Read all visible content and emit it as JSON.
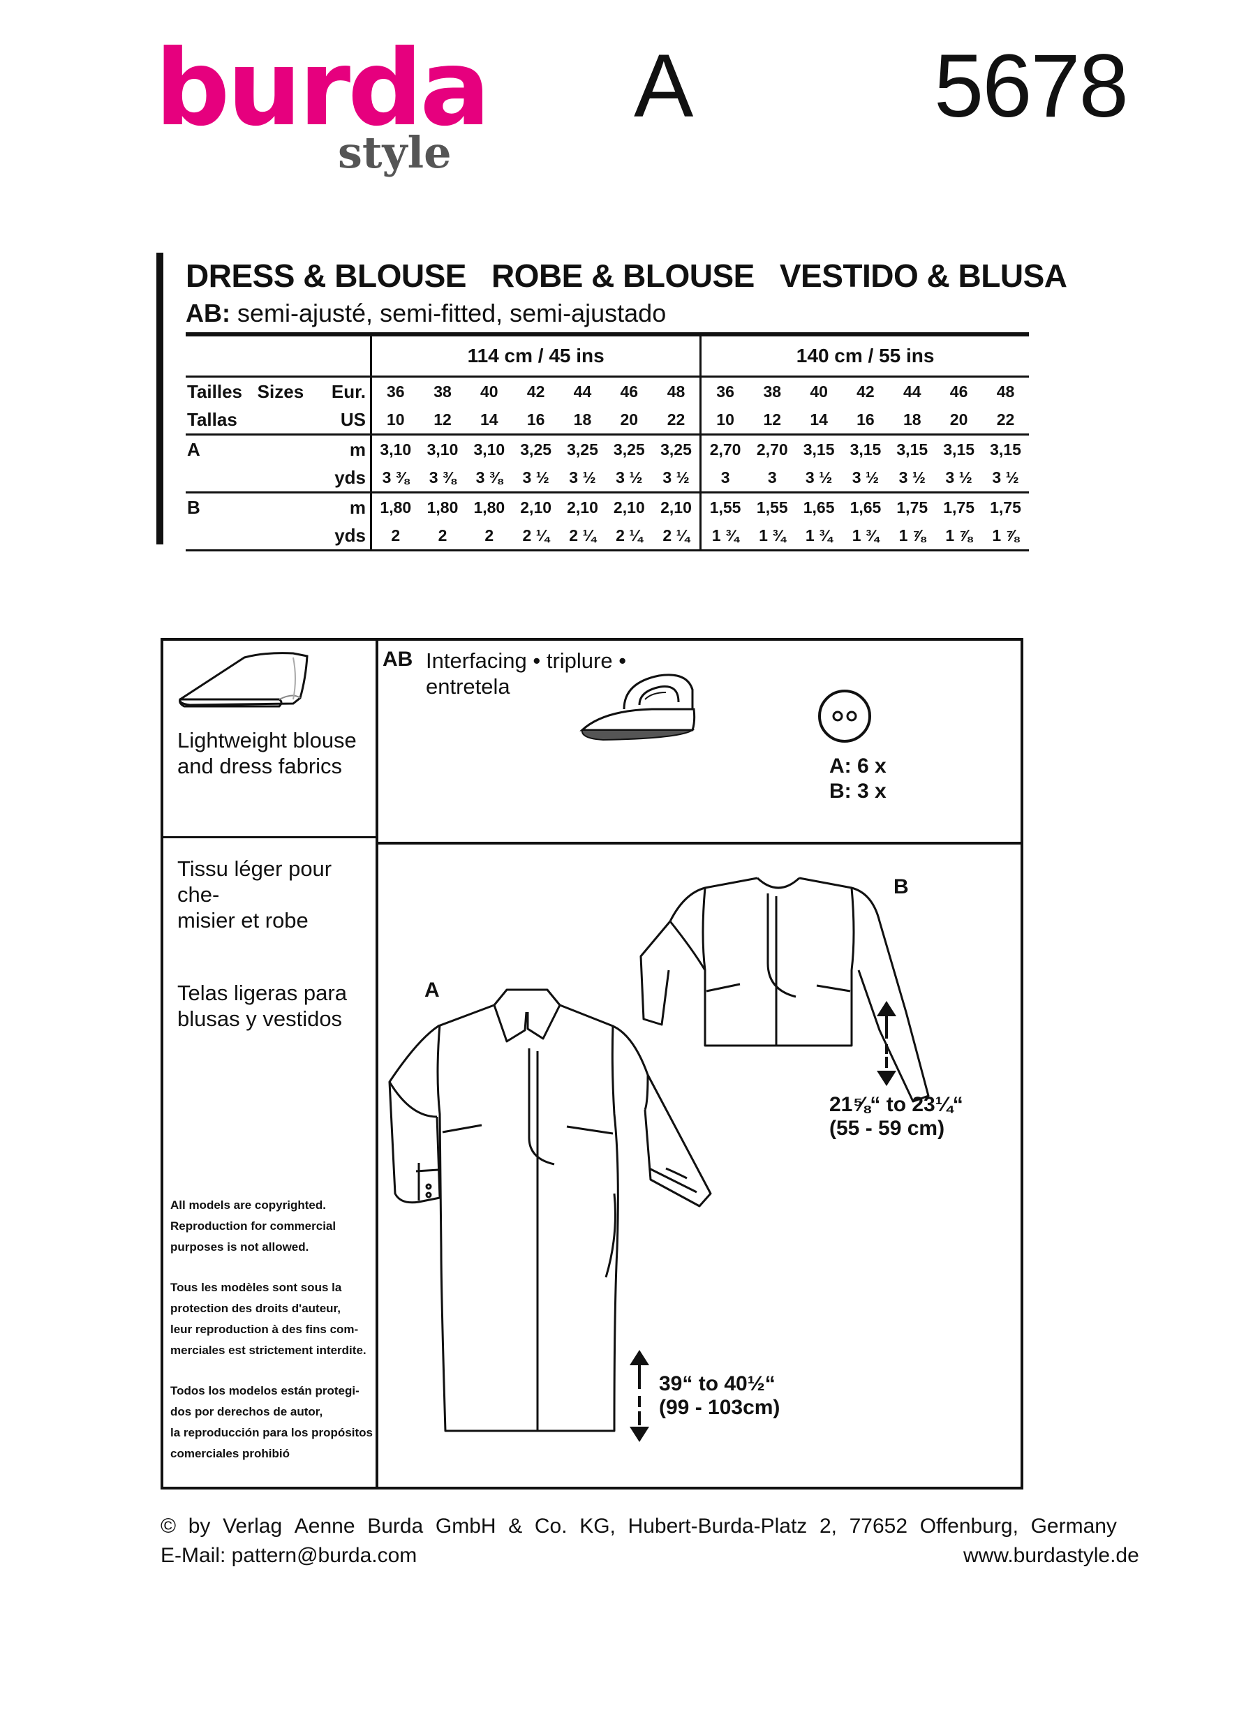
{
  "header": {
    "brand": "burda",
    "brand_sub": "style",
    "view": "A",
    "pattern_number": "5678"
  },
  "title": {
    "en": "DRESS & BLOUSE",
    "fr": "ROBE & BLOUSE",
    "es": "VESTIDO & BLUSA",
    "fit_prefix": "AB:",
    "fit_text": "semi-ajusté, semi-fitted, semi-ajustado"
  },
  "yardage": {
    "widths": [
      "114 cm / 45 ins",
      "140 cm / 55 ins"
    ],
    "sizes_label": "Tailles   Sizes",
    "sizes_label2": "Tallas",
    "eur_label": "Eur.",
    "us_label": "US",
    "eur_sizes": [
      "36",
      "38",
      "40",
      "42",
      "44",
      "46",
      "48",
      "36",
      "38",
      "40",
      "42",
      "44",
      "46",
      "48"
    ],
    "us_sizes": [
      "10",
      "12",
      "14",
      "16",
      "18",
      "20",
      "22",
      "10",
      "12",
      "14",
      "16",
      "18",
      "20",
      "22"
    ],
    "rows": [
      {
        "view": "A",
        "m_label": "m",
        "yds_label": "yds",
        "m": [
          "3,10",
          "3,10",
          "3,10",
          "3,25",
          "3,25",
          "3,25",
          "3,25",
          "2,70",
          "2,70",
          "3,15",
          "3,15",
          "3,15",
          "3,15",
          "3,15"
        ],
        "yds": [
          "3 ⅜",
          "3 ⅜",
          "3 ⅜",
          "3 ½",
          "3 ½",
          "3 ½",
          "3 ½",
          "3",
          "3",
          "3 ½",
          "3 ½",
          "3 ½",
          "3 ½",
          "3 ½"
        ]
      },
      {
        "view": "B",
        "m_label": "m",
        "yds_label": "yds",
        "m": [
          "1,80",
          "1,80",
          "1,80",
          "2,10",
          "2,10",
          "2,10",
          "2,10",
          "1,55",
          "1,55",
          "1,65",
          "1,65",
          "1,75",
          "1,75",
          "1,75"
        ],
        "yds": [
          "2",
          "2",
          "2",
          "2 ¼",
          "2 ¼",
          "2 ¼",
          "2 ¼",
          "1 ¾",
          "1 ¾",
          "1 ¾",
          "1 ¾",
          "1 ⅞",
          "1 ⅞",
          "1 ⅞"
        ]
      }
    ]
  },
  "fabrics": {
    "en": "Lightweight blouse and dress fabrics",
    "fr": "Tissu léger pour chemisier et robe",
    "fr_html_1": "Tissu léger pour che-",
    "fr_html_2": "misier et robe",
    "es": "Telas ligeras para blusas y vestidos"
  },
  "notions": {
    "views": "AB",
    "interfacing": "Interfacing • triplure •",
    "interfacing2": "entretela",
    "buttons_a": "A: 6 x",
    "buttons_b": "B: 3 x"
  },
  "copyright_notes": {
    "en": [
      "All models are copyrighted.",
      "Reproduction for commercial",
      "purposes is not allowed."
    ],
    "fr": [
      "Tous les modèles sont sous la",
      "protection des droits d'auteur,",
      "leur reproduction à des fins com-",
      "merciales est strictement interdite."
    ],
    "es": [
      "Todos los modelos están protegi-",
      "dos por derechos de autor,",
      "la reproducción para los propósitos",
      "comerciales prohibió"
    ]
  },
  "illustrations": {
    "view_a_label": "A",
    "view_b_label": "B",
    "length_b_in": "21⅝“ to 23¼“",
    "length_b_cm": "(55 - 59 cm)",
    "length_a_in": "39“ to 40½“",
    "length_a_cm": "(99 - 103cm)"
  },
  "footer": {
    "line1": [
      "©",
      "by",
      "Verlag",
      "Aenne",
      "Burda",
      "GmbH",
      "&",
      "Co.",
      "KG,",
      "Hubert-Burda-Platz",
      "2,",
      "77652",
      "Offenburg,",
      "Germany"
    ],
    "email": "E-Mail: pattern@burda.com",
    "website": "www.burdastyle.de"
  },
  "colors": {
    "brand": "#e6007e",
    "brand_sub": "#555555",
    "ink": "#111111"
  }
}
